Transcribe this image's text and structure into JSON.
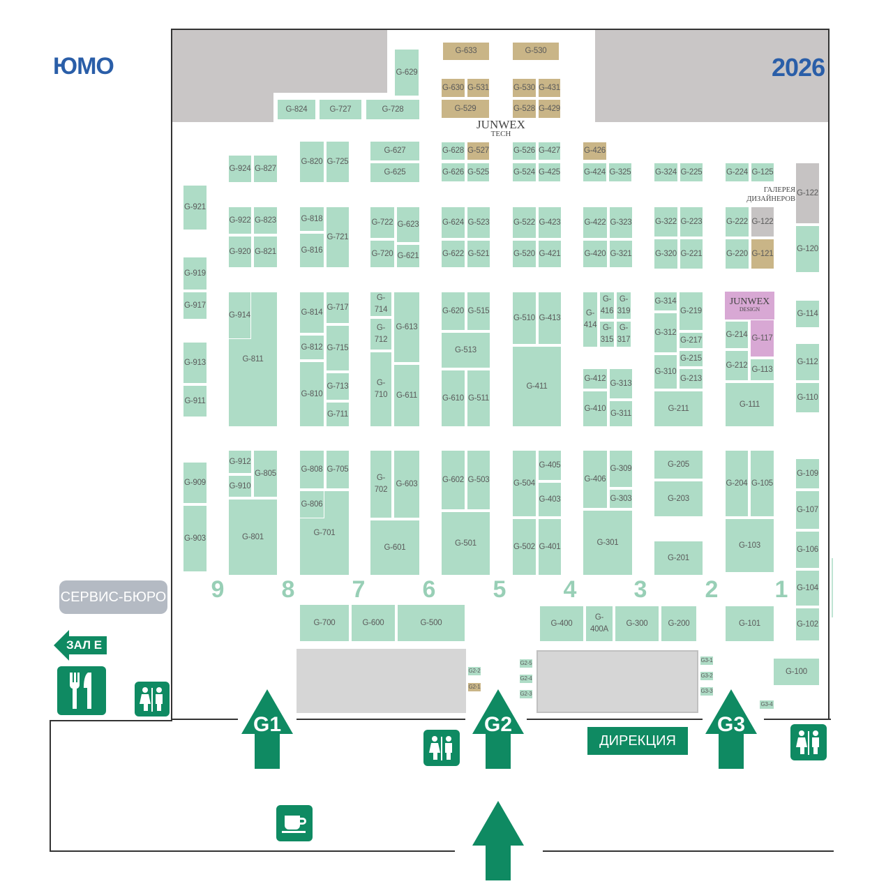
{
  "header": {
    "left_logo": "ЮМО",
    "year": "2026"
  },
  "labels": {
    "junwex_tech": "JUNWEX",
    "junwex_tech_sub": "TECH",
    "junwex_design": "JUNWEX",
    "junwex_design_sub": "DESIGN",
    "gallery_line1": "ГАЛЕРЕЯ",
    "gallery_line2": "ДИЗАЙНЕРОВ",
    "service_bureau": "СЕРВИС-БЮРО",
    "hall_e": "ЗАЛ E",
    "directorate": "ДИРЕКЦИЯ",
    "entrances": [
      "G1",
      "G2",
      "G3"
    ]
  },
  "aisle_numbers": [
    "9",
    "8",
    "7",
    "6",
    "5",
    "4",
    "3",
    "2",
    "1"
  ],
  "icons": [
    "restaurant-icon",
    "restroom-icon",
    "cafe-icon",
    "entrance-arrow-icon"
  ],
  "colors": {
    "booth": "#aedcc6",
    "booked": "#c9b587",
    "gallery": "#c6c3c3",
    "design": "#d8a8d4",
    "accent": "#0f8a62",
    "logo": "#2a5ea8"
  },
  "booths": [
    "G-629",
    "G-824",
    "G-727",
    "G-728",
    "G-633",
    "G-530",
    "G-630",
    "G-531",
    "G-529",
    "G-530",
    "G-431",
    "G-528",
    "G-429",
    "G-628",
    "G-527",
    "G-626",
    "G-525",
    "G-526",
    "G-427",
    "G-524",
    "G-425",
    "G-426",
    "G-424",
    "G-325",
    "G-324",
    "G-225",
    "G-224",
    "G-125",
    "G-122",
    "G-924",
    "G-827",
    "G-820",
    "G-725",
    "G-627",
    "G-625",
    "G-921",
    "G-922",
    "G-823",
    "G-920",
    "G-821",
    "G-818",
    "G-816",
    "G-721",
    "G-722",
    "G-720",
    "G-623",
    "G-621",
    "G-624",
    "G-523",
    "G-622",
    "G-521",
    "G-522",
    "G-423",
    "G-520",
    "G-421",
    "G-422",
    "G-323",
    "G-420",
    "G-321",
    "G-322",
    "G-223",
    "G-320",
    "G-221",
    "G-222",
    "G-122",
    "G-220",
    "G-121",
    "G-120",
    "G-919",
    "G-917",
    "G-811",
    "G-914",
    "G-913",
    "G-911",
    "G-814",
    "G-812",
    "G-810",
    "G-717",
    "G-715",
    "G-713",
    "G-711",
    "G-714",
    "G-712",
    "G-710",
    "G-613",
    "G-611",
    "G-620",
    "G-515",
    "G-513",
    "G-610",
    "G-511",
    "G-510",
    "G-413",
    "G-411",
    "G-\n414",
    "G-\n416",
    "G-\n319",
    "G-\n315",
    "G-\n317",
    "G-412",
    "G-410",
    "G-313",
    "G-311",
    "G-314",
    "G-312",
    "G-310",
    "G-219",
    "G-217",
    "G-215",
    "G-213",
    "G-211",
    "G-117",
    "G-214",
    "G-212",
    "G-113",
    "G-111",
    "G-114",
    "G-112",
    "G-110",
    "G-909",
    "G-903",
    "G-912",
    "G-910",
    "G-805",
    "G-801",
    "G-808",
    "G-705",
    "G-701",
    "G-806",
    "G-702",
    "G-603",
    "G-601",
    "G-602",
    "G-503",
    "G-501",
    "G-504",
    "G-405",
    "G-403",
    "G-502",
    "G-401",
    "G-406",
    "G-309",
    "G-303",
    "G-301",
    "G-205",
    "G-203",
    "G-201",
    "G-204",
    "G-105",
    "G-103",
    "G-109",
    "G-107",
    "G-106",
    "G-104",
    "G-102",
    "G-700",
    "G-600",
    "G-500",
    "G-400",
    "G-400A",
    "G-300",
    "G-200",
    "G-101",
    "G-100",
    "G2-2",
    "G2-1",
    "G2-5",
    "G2-4",
    "G2-3",
    "G3-1",
    "G3-2",
    "G3-3",
    "G3-4"
  ]
}
